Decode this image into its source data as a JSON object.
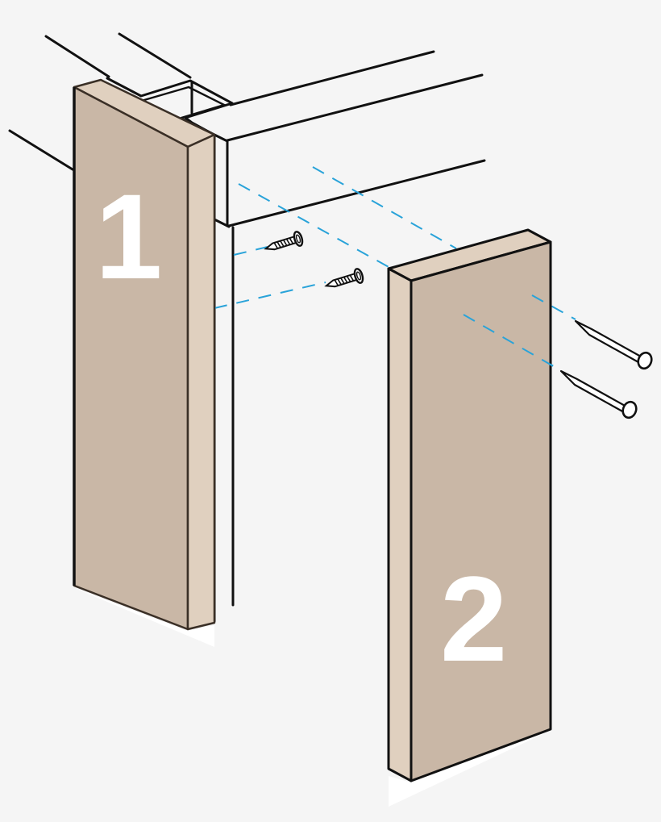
{
  "diagram": {
    "type": "assembly-instruction",
    "description": "Two wooden boards fastened to an open metal frame corner; screws attach board 1, nails attach board 2",
    "colors": {
      "background": "#f5f5f5",
      "board_face": "#c9b7a6",
      "board_edge": "#e0d0bf",
      "outline": "#111111",
      "board_outline": "#3a2f26",
      "guide_line": "#29a3d9",
      "label": "#ffffff",
      "shadow": "#ffffff"
    },
    "boards": [
      {
        "id": "board-1",
        "label": "1",
        "fastener": "screw"
      },
      {
        "id": "board-2",
        "label": "2",
        "fastener": "nail"
      }
    ],
    "fasteners": [
      {
        "type": "screw",
        "count": 2
      },
      {
        "type": "nail",
        "count": 2
      }
    ],
    "guides": {
      "style": "dashed",
      "count": 4
    }
  }
}
